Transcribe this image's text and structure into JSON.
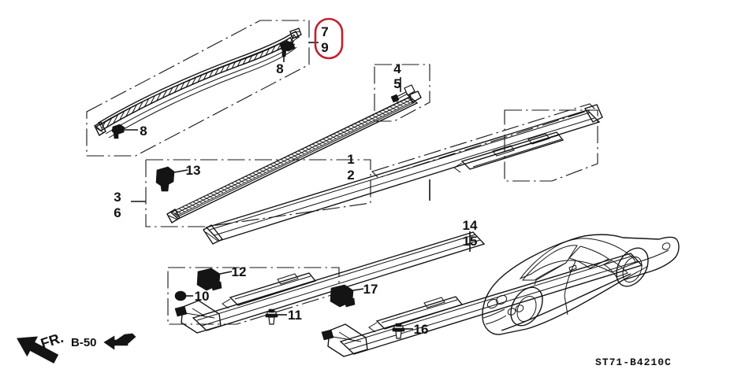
{
  "diagram": {
    "title": "Honda side sill / roof molding parts diagram",
    "part_code": "ST71-B4210C",
    "direction_marker": "FR.",
    "section_ref": "B-50",
    "highlight_color": "#c4202e",
    "line_color": "#141414",
    "background_color": "#ffffff"
  },
  "callouts": {
    "c1": "1",
    "c2": "2",
    "c3": "3",
    "c4": "4",
    "c5": "5",
    "c6": "6",
    "c7": "7",
    "c8_upper": "8",
    "c8_lower": "8",
    "c9": "9",
    "c10": "10",
    "c11": "11",
    "c12": "12",
    "c13": "13",
    "c14": "14",
    "c15": "15",
    "c16": "16",
    "c17": "17"
  },
  "reference_numbers": [
    "1",
    "2",
    "3",
    "4",
    "5",
    "6",
    "7",
    "8",
    "9",
    "10",
    "11",
    "12",
    "13",
    "14",
    "15",
    "16",
    "17"
  ],
  "highlighted_callouts": [
    "7",
    "9"
  ],
  "icons": {
    "fr_arrow": "arrow-left-down-icon",
    "b50_arrow": "arrow-left-icon",
    "b50_clip": "clip-icon"
  }
}
